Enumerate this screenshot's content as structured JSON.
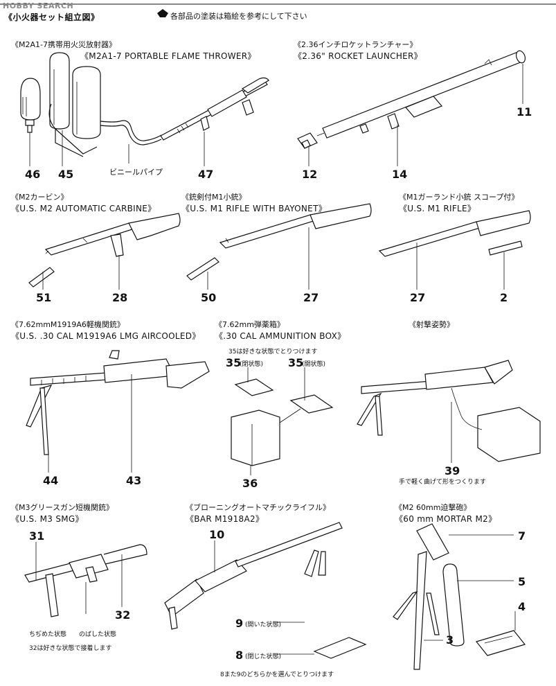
{
  "watermark": "HOBBY SEARCH",
  "section_title": "《小火器セット組立図》",
  "paint_note": "各部品の塗装は箱絵を参考にして下さい",
  "items": [
    {
      "jp": "《M2A1-7携帯用火災放射器》",
      "en": "《M2A1-7 PORTABLE FLAME THROWER》"
    },
    {
      "jp": "《2.36インチロケットランチャー》",
      "en": "《2.36\" ROCKET LAUNCHER》"
    },
    {
      "jp": "《M2カービン》",
      "en": "《U.S. M2 AUTOMATIC CARBINE》"
    },
    {
      "jp": "《銃剣付M1小銃》",
      "en": "《U.S. M1 RIFLE WITH BAYONET》"
    },
    {
      "jp": "《M1ガーランド小銃 スコープ付》",
      "en": "《U.S. M1 RIFLE》"
    },
    {
      "jp": "《7.62mmM1919A6軽機関銃》",
      "en": "《U.S. .30 CAL M1919A6 LMG AIRCOOLED》"
    },
    {
      "jp": "《7.62mm弾薬箱》",
      "en": "《.30 CAL AMMUNITION BOX》"
    },
    {
      "jp": "《射撃姿勢》",
      "en": ""
    },
    {
      "jp": "《M3グリースガン短機関銃》",
      "en": "《U.S. M3 SMG》"
    },
    {
      "jp": "《ブローニングオートマチックライフル》",
      "en": "《BAR M1918A2》"
    },
    {
      "jp": "《M2 60mm迫撃砲》",
      "en": "《60 mm MORTAR M2》"
    }
  ],
  "callouts": {
    "p46": "46",
    "p45": "45",
    "vinyl_pipe": "ビニールパイプ",
    "p47": "47",
    "p11": "11",
    "p12": "12",
    "p14": "14",
    "p51": "51",
    "p28": "28",
    "p50": "50",
    "p27a": "27",
    "p27b": "27",
    "p2": "2",
    "p44": "44",
    "p43": "43",
    "ammo_note": "35は好きな状態でとりつけます",
    "p35_closed": "35",
    "closed_state": "(閉状態)",
    "p35_open": "35",
    "open_state": "(開状態)",
    "p36": "36",
    "p39": "39",
    "belt_note": "手で軽く曲げて形をつくります",
    "p31": "31",
    "p32": "32",
    "retracted": "ちぢめた状態",
    "extended": "のばした状態",
    "stock_note": "32は好きな状態で接着します",
    "p10": "10",
    "p9": "9",
    "open_bipod": "(開いた状態)",
    "p8": "8",
    "closed_bipod": "(閉じた状態)",
    "bipod_note": "8また9のどちらかを選んでとりつけます",
    "p7": "7",
    "p5": "5",
    "p4": "4",
    "p3": "3"
  }
}
